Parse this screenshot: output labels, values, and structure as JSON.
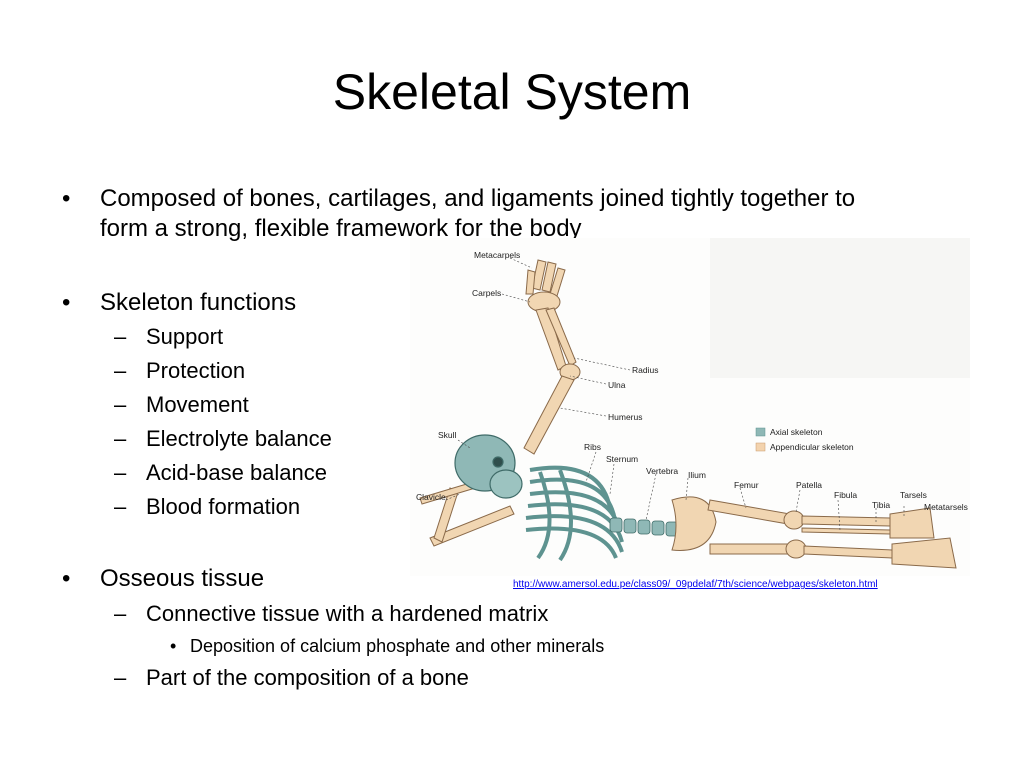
{
  "slide": {
    "title": "Skeletal System",
    "bullet1": "Composed of bones, cartilages, and ligaments joined tightly together to form a strong, flexible framework for the body",
    "bullet2": "Skeleton functions",
    "functions": [
      "Support",
      "Protection",
      "Movement",
      "Electrolyte balance",
      "Acid-base balance",
      "Blood formation"
    ],
    "bullet3": "Osseous tissue",
    "sub1": "Connective tissue with a hardened matrix",
    "subsub1": "Deposition of calcium phosphate and other minerals",
    "sub2": "Part of the composition of a bone",
    "bullet_glyph": "•",
    "dash_glyph": "–"
  },
  "figure": {
    "labels": {
      "metacarpels": "Metacarpels",
      "carpels": "Carpels",
      "radius": "Radius",
      "ulna": "Ulna",
      "humerus": "Humerus",
      "skull": "Skull",
      "ribs": "Ribs",
      "sternum": "Sternum",
      "vertebra": "Vertebra",
      "ilium": "Ilium",
      "femur": "Femur",
      "patella": "Patella",
      "fibula": "Fibula",
      "tibia": "Tibia",
      "tarsels": "Tarsels",
      "metatarsels": "Metatarsels",
      "clavicle": "Clavicle"
    },
    "legend": {
      "axial": "Axial skeleton",
      "appendicular": "Appendicular skeleton",
      "axial_color": "#8fb8b6",
      "appendicular_color": "#f3d3ae"
    },
    "source_url": "http://www.amersol.edu.pe/class09/_09pdelaf/7th/science/webpages/skeleton.html"
  }
}
